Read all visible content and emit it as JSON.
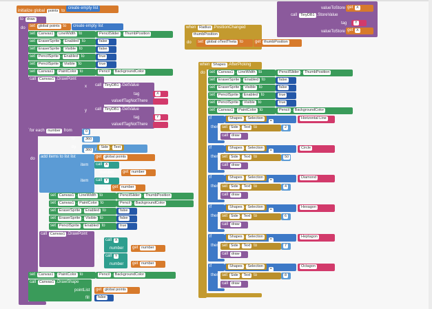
{
  "init": {
    "label": "initialize global",
    "var": "points",
    "to": "to",
    "create": "create empty list"
  },
  "when_rt": {
    "when": "when",
    "comp": "Radius",
    "event": ".PositionChanged",
    "param": "thumbPosition",
    "do": "do",
    "set": "set",
    "global": "global oTextTheta",
    "to": "to",
    "get": "get",
    "getval": "thumbPosition"
  },
  "store": {
    "vts1": "valueToStore",
    "get1": "get",
    "x": "X",
    "call": "call",
    "db": "TinyDB1",
    "sv": ".StoreValue",
    "tag": "tag",
    "y": "Y",
    "vts2": "valueToStore",
    "get2": "get",
    "xv": "X"
  },
  "main": {
    "to": "to",
    "draw": "draw",
    "do": "do",
    "set": "set",
    "global": "global points",
    "to2": "to",
    "cel": "create empty list",
    "rows": [
      {
        "c": "Canvas1",
        "p": "LineWidth",
        "to": "to",
        "r": "PencilSlider",
        "rp": "ThumbPosition"
      },
      {
        "c": "EraserSprite",
        "p": "Enabled",
        "to": "to",
        "v": "false"
      },
      {
        "c": "EraserSprite",
        "p": "Visible",
        "to": "to",
        "v": "false"
      },
      {
        "c": "PencilSprite",
        "p": "Enabled",
        "to": "to",
        "v": "true"
      },
      {
        "c": "PencilSprite",
        "p": "Visible",
        "to": "to",
        "v": "true"
      },
      {
        "c": "Canvas1",
        "p": "PaintColor",
        "to": "to",
        "r": "Pencil",
        "rp": "BackgroundColor"
      }
    ],
    "callDP": "call",
    "canvas": "Canvas1",
    "dp": ".DrawPoint",
    "x": "x",
    "y": "y",
    "db": "TinyDB1",
    "gv": ".GetValue",
    "tag": "tag",
    "vitn": "valueIfTagNotThere",
    "xtag": "X",
    "ytag": "Y",
    "foreach": "for each",
    "num": "number",
    "from": "from",
    "fromv": "0",
    "tov": "360",
    "by": "by",
    "byv": "360",
    "div": "/",
    "side": "Side",
    "text": "Text",
    "add": "add items to list",
    "list": "list",
    "getp": "get",
    "gp": "global points",
    "item": "item",
    "call2": "call",
    "xx": "X",
    "yy": "Y",
    "number": "number",
    "getn": "get",
    "nv": "number",
    "rows2": [
      {
        "c": "Canvas1",
        "p": "LineWidth",
        "to": "to",
        "r": "PencilSlider",
        "rp": "ThumbPosition"
      },
      {
        "c": "Canvas1",
        "p": "PaintColor",
        "to": "to",
        "r": "Pencil",
        "rp": "BackgroundColor"
      },
      {
        "c": "EraserSprite",
        "p": "Enabled",
        "to": "to",
        "v": "false"
      },
      {
        "c": "EraserSprite",
        "p": "Visible",
        "to": "to",
        "v": "false"
      },
      {
        "c": "PencilSprite",
        "p": "Enabled",
        "to": "to",
        "v": "true"
      }
    ],
    "setlast": {
      "c": "Canvas1",
      "p": "PaintColor",
      "to": "to",
      "r": "Pencil",
      "rp": "BackgroundColor"
    },
    "drawshape": ".DrawShape",
    "pointlist": "pointList",
    "fill": "fill",
    "false": "false"
  },
  "picker": {
    "when": "when",
    "comp": "Shapes",
    "event": ".AfterPicking",
    "do": "do",
    "rows": [
      {
        "c": "Canvas1",
        "p": "LineWidth",
        "to": "to",
        "r": "PencilSlider",
        "rp": "ThumbPosition"
      },
      {
        "c": "EraserSprite",
        "p": "Enabled",
        "to": "to",
        "v": "false"
      },
      {
        "c": "EraserSprite",
        "p": "Visible",
        "to": "to",
        "v": "false"
      },
      {
        "c": "PencilSprite",
        "p": "Enabled",
        "to": "to",
        "v": "true"
      },
      {
        "c": "PencilSprite",
        "p": "Visible",
        "to": "to",
        "v": "true"
      },
      {
        "c": "Canvas1",
        "p": "PaintColor",
        "to": "to",
        "r": "Pencil",
        "rp": "BackgroundColor"
      }
    ],
    "ifs": [
      {
        "shape": "Horizontal Line",
        "n": "2"
      },
      {
        "shape": "Circle",
        "n": "50"
      },
      {
        "shape": "Diamond",
        "n": "4"
      },
      {
        "shape": "Hexagon",
        "n": "6"
      },
      {
        "shape": "Heptagon",
        "n": "7"
      },
      {
        "shape": "Octagon",
        "n": "8"
      }
    ],
    "if": "if",
    "then": "then",
    "sel": "Selection",
    "eq": "=",
    "side": "Side",
    "text": "Text",
    "call": "call",
    "draw": "draw"
  }
}
